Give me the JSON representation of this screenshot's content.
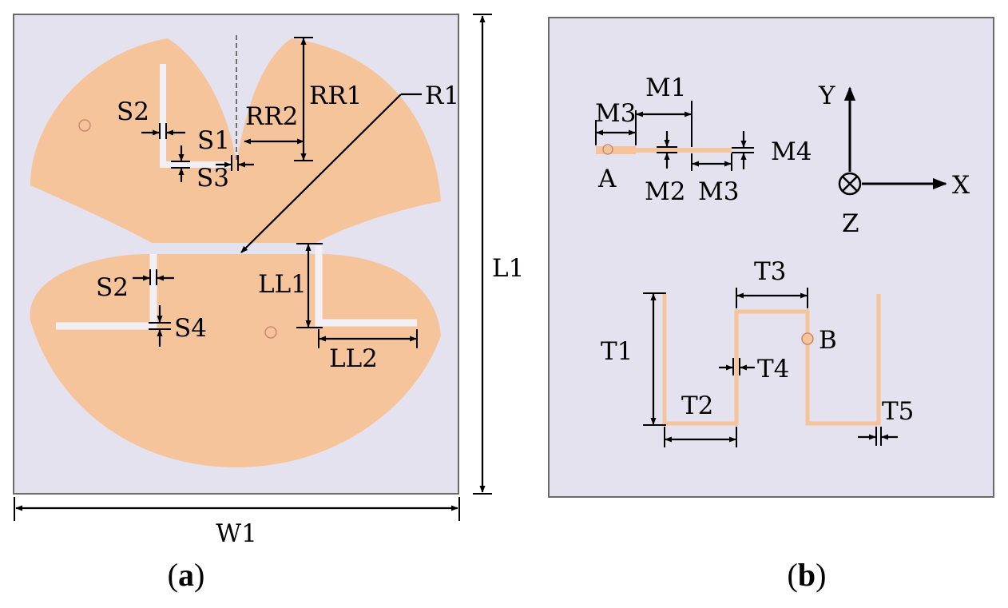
{
  "colors": {
    "substrate": "#e4e2ee",
    "substrate_border": "#6a6a6a",
    "copper": "#f5c49b",
    "slot": "#f2f0f5",
    "ink": "#000000"
  },
  "panel_a": {
    "caption_open": "(",
    "caption_letter": "a",
    "caption_close": ")",
    "labels": {
      "RR1": "RR1",
      "RR2": "RR2",
      "R1": "R1",
      "S1": "S1",
      "S2_top": "S2",
      "S3": "S3",
      "S2_bottom": "S2",
      "S4": "S4",
      "LL1": "LL1",
      "LL2": "LL2",
      "L1": "L1",
      "W1": "W1"
    }
  },
  "panel_b": {
    "caption_open": "(",
    "caption_letter": "b",
    "caption_close": ")",
    "labels": {
      "M3_left": "M3",
      "M1": "M1",
      "M4": "M4",
      "A": "A",
      "M2": "M2",
      "M3_right": "M3",
      "T1": "T1",
      "T2": "T2",
      "T3": "T3",
      "T4": "T4",
      "T5": "T5",
      "B": "B"
    },
    "axes": {
      "x": "X",
      "y": "Y",
      "z": "Z"
    }
  }
}
